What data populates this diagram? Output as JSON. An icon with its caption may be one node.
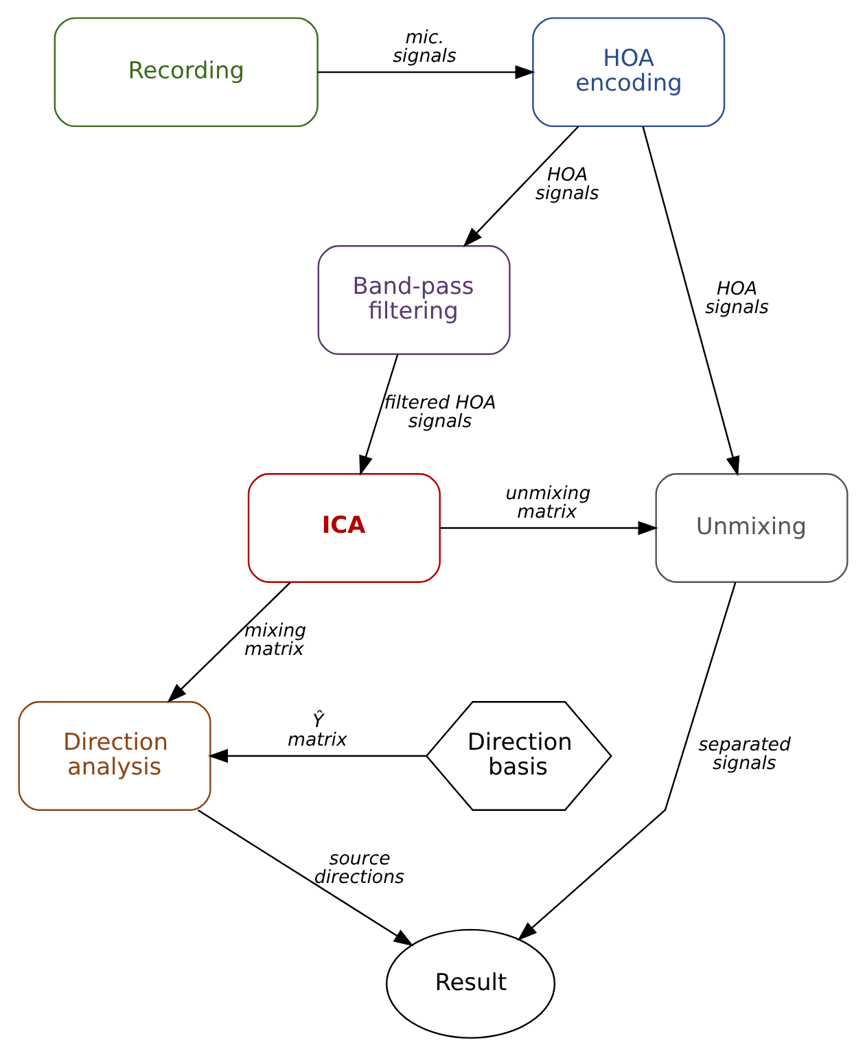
{
  "diagram": {
    "nodes": [
      {
        "text": [
          "Recording"
        ]
      },
      {
        "text": [
          "HOA encoding"
        ]
      },
      {
        "text": [
          "Band-pass filtering"
        ]
      },
      {
        "text": [
          "ICA"
        ]
      },
      {
        "text": [
          "Unmixing"
        ]
      },
      {
        "text": [
          "Direction basis"
        ]
      },
      {
        "text": [
          "Direction analysis"
        ]
      },
      {
        "text": [
          "Result"
        ]
      }
    ],
    "edges": [
      {
        "from": 0,
        "to": 1,
        "arrow": "to",
        "label": "mic. signals"
      },
      {
        "from": 1,
        "to": 2,
        "arrow": "to",
        "label": "HOA signals"
      },
      {
        "from": 1,
        "to": 4,
        "arrow": "to",
        "label": "HOA signals"
      },
      {
        "from": 2,
        "to": 3,
        "arrow": "to",
        "label": "filtered HOA signals"
      },
      {
        "from": 3,
        "to": 4,
        "arrow": "to",
        "label": "unmixing matrix"
      },
      {
        "from": 3,
        "to": 6,
        "arrow": "to",
        "label": "mixing matrix"
      },
      {
        "from": 5,
        "to": 6,
        "arrow": "to",
        "label": "Ŷ matrix"
      },
      {
        "from": 4,
        "to": 7,
        "arrow": "to",
        "label": "separated signals"
      },
      {
        "from": 6,
        "to": 7,
        "arrow": "to",
        "label": "source directions"
      }
    ]
  }
}
